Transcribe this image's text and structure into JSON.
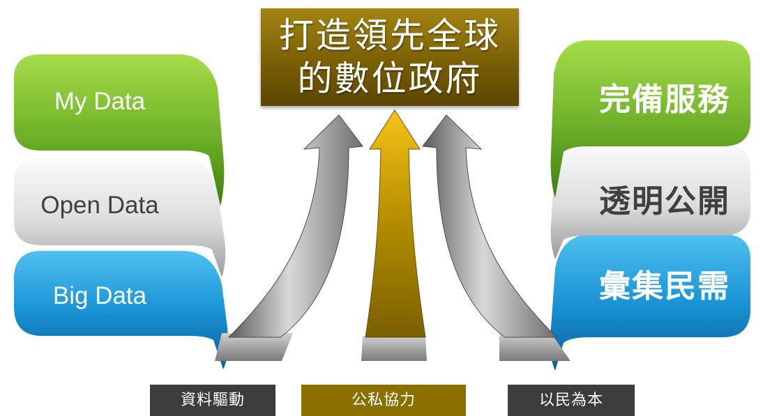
{
  "title": {
    "line1": "打造領先全球",
    "line2": "的數位政府"
  },
  "left_labels": {
    "my_data": "My Data",
    "open_data": "Open Data",
    "big_data": "Big Data"
  },
  "right_labels": {
    "service": "完備服務",
    "transparency": "透明公開",
    "collect": "彙集民需"
  },
  "bottom_labels": {
    "data_driven": "資料驅動",
    "public_private": "公私協力",
    "people_oriented": "以民為本"
  },
  "colors": {
    "green": "#6fb02c",
    "silver": "#d2d2d2",
    "blue": "#1a94d6",
    "gold": "#8a7000",
    "dark": "#3c3c3c"
  }
}
